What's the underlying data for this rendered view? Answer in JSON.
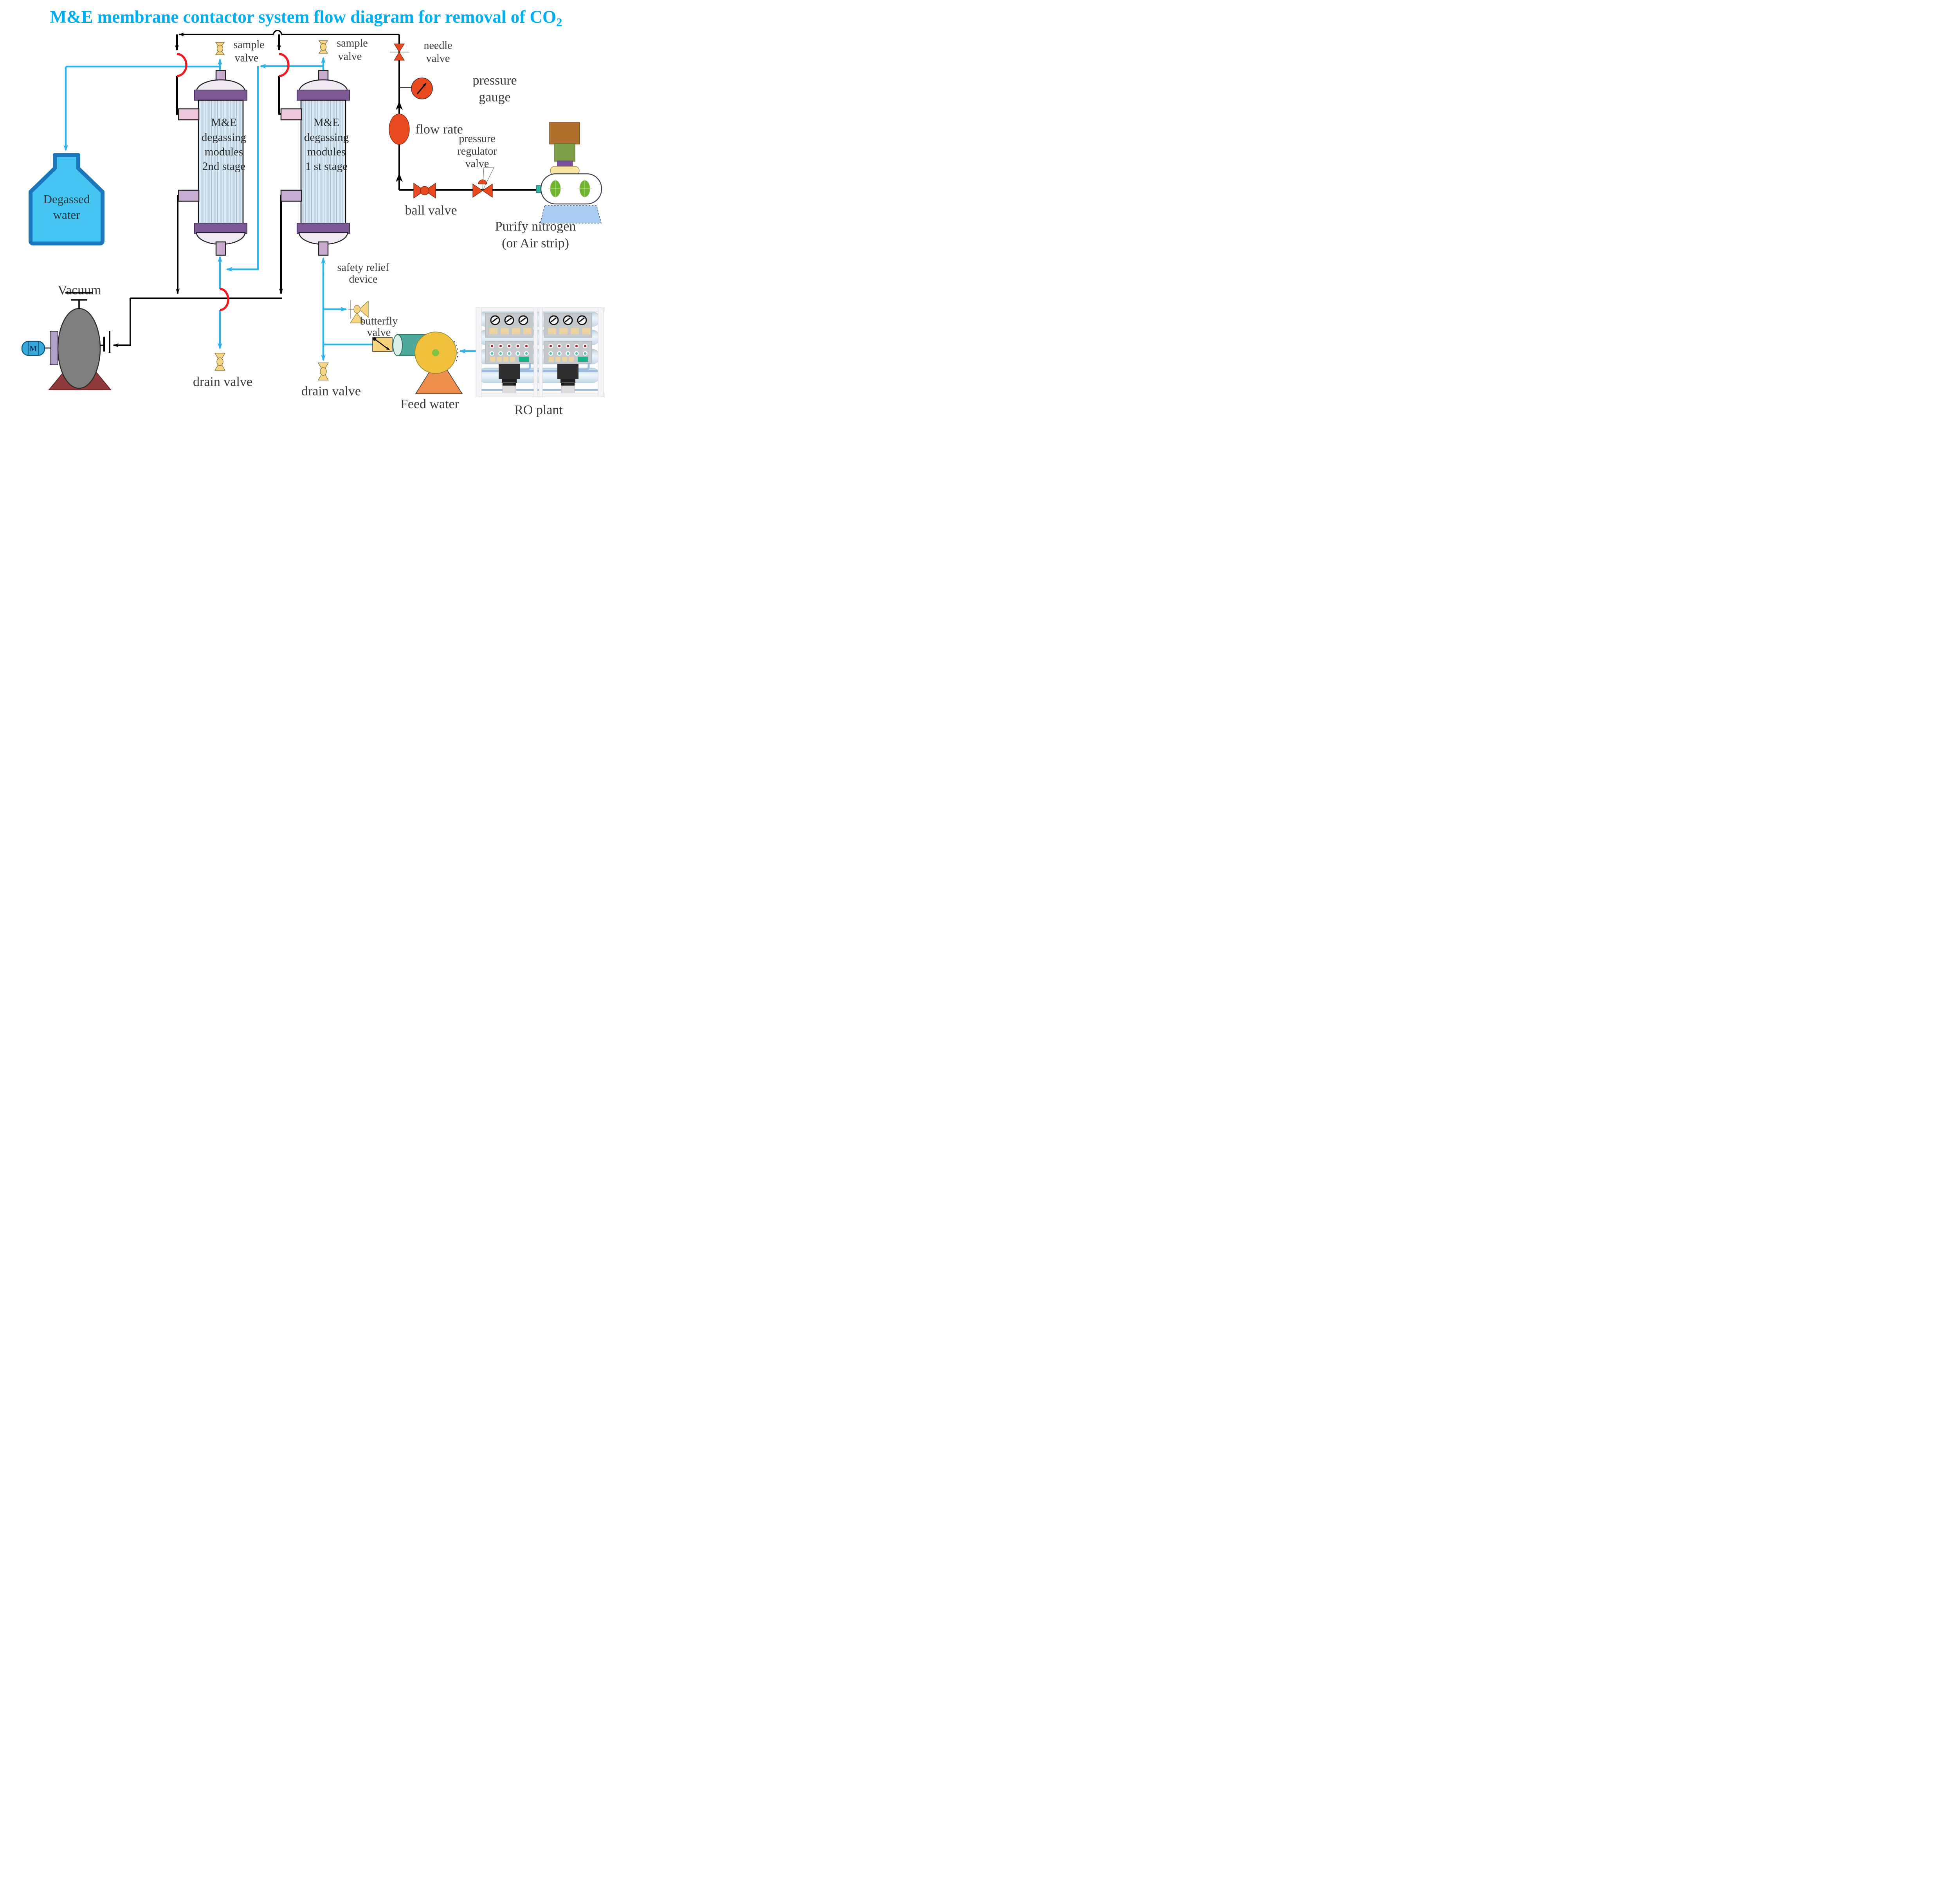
{
  "title": {
    "text": "M&E membrane contactor system flow diagram for removal of CO",
    "sub": "2"
  },
  "labels": {
    "sample_l1": "sample",
    "sample_l2": "valve",
    "needle_l1": "needle",
    "needle_l2": "valve",
    "pgauge_l1": "pressure",
    "pgauge_l2": "gauge",
    "flow_rate": "flow rate",
    "reg_l1": "pressure",
    "reg_l2": "regulator",
    "reg_l3": "valve",
    "ball_valve": "ball valve",
    "purify_l1": "Purify  nitrogen",
    "purify_l2": "(or Air strip)",
    "safety_l1": "safety relief",
    "safety_l2": "device",
    "drain": "drain valve",
    "butterfly_l1": "butterfly",
    "butterfly_l2": "valve",
    "feed_water": "Feed water",
    "ro_plant": "RO plant",
    "vacuum": "Vacuum"
  },
  "modules": {
    "l1": "M&E",
    "l2": "degassing",
    "l3": "modules",
    "stage2": "2nd stage",
    "stage1": "1 st stage"
  },
  "tank": {
    "l1": "Degassed",
    "l2": "water"
  },
  "vacuum_pump": {
    "motor": "M"
  },
  "colors": {
    "title": "#00aeef",
    "pipe_black": "#000000",
    "pipe_water": "#2db3e8",
    "crossing_arc": "#ee1c25",
    "valve_yellow": "#f6d684",
    "instrument_orange": "#e8491f",
    "module_cap_purple": "#7d5a96",
    "module_fiber_blue": "#dce9f2",
    "tank_border": "#1b76bc",
    "tank_fill": "#45c5f2",
    "pump_gray": "#7f7f7f",
    "pump_base_maroon": "#8f3b3b",
    "motor_blue": "#35a8dc",
    "feed_teal": "#4da99a",
    "feed_yellow": "#f1c13d",
    "feed_base_orange": "#ef8f4e",
    "nitro_brown": "#b2702f",
    "nitro_green": "#7f9e4a",
    "nitro_purple": "#7b4f9e",
    "nitro_yellow": "#fae6a2",
    "nitro_trapezoid": "#a9cdf0",
    "ro_panel": "#c5c9cc",
    "ro_green": "#17b389",
    "ro_red_dot": "#9e2b35",
    "ro_teal_dot": "#4cc0b4"
  }
}
